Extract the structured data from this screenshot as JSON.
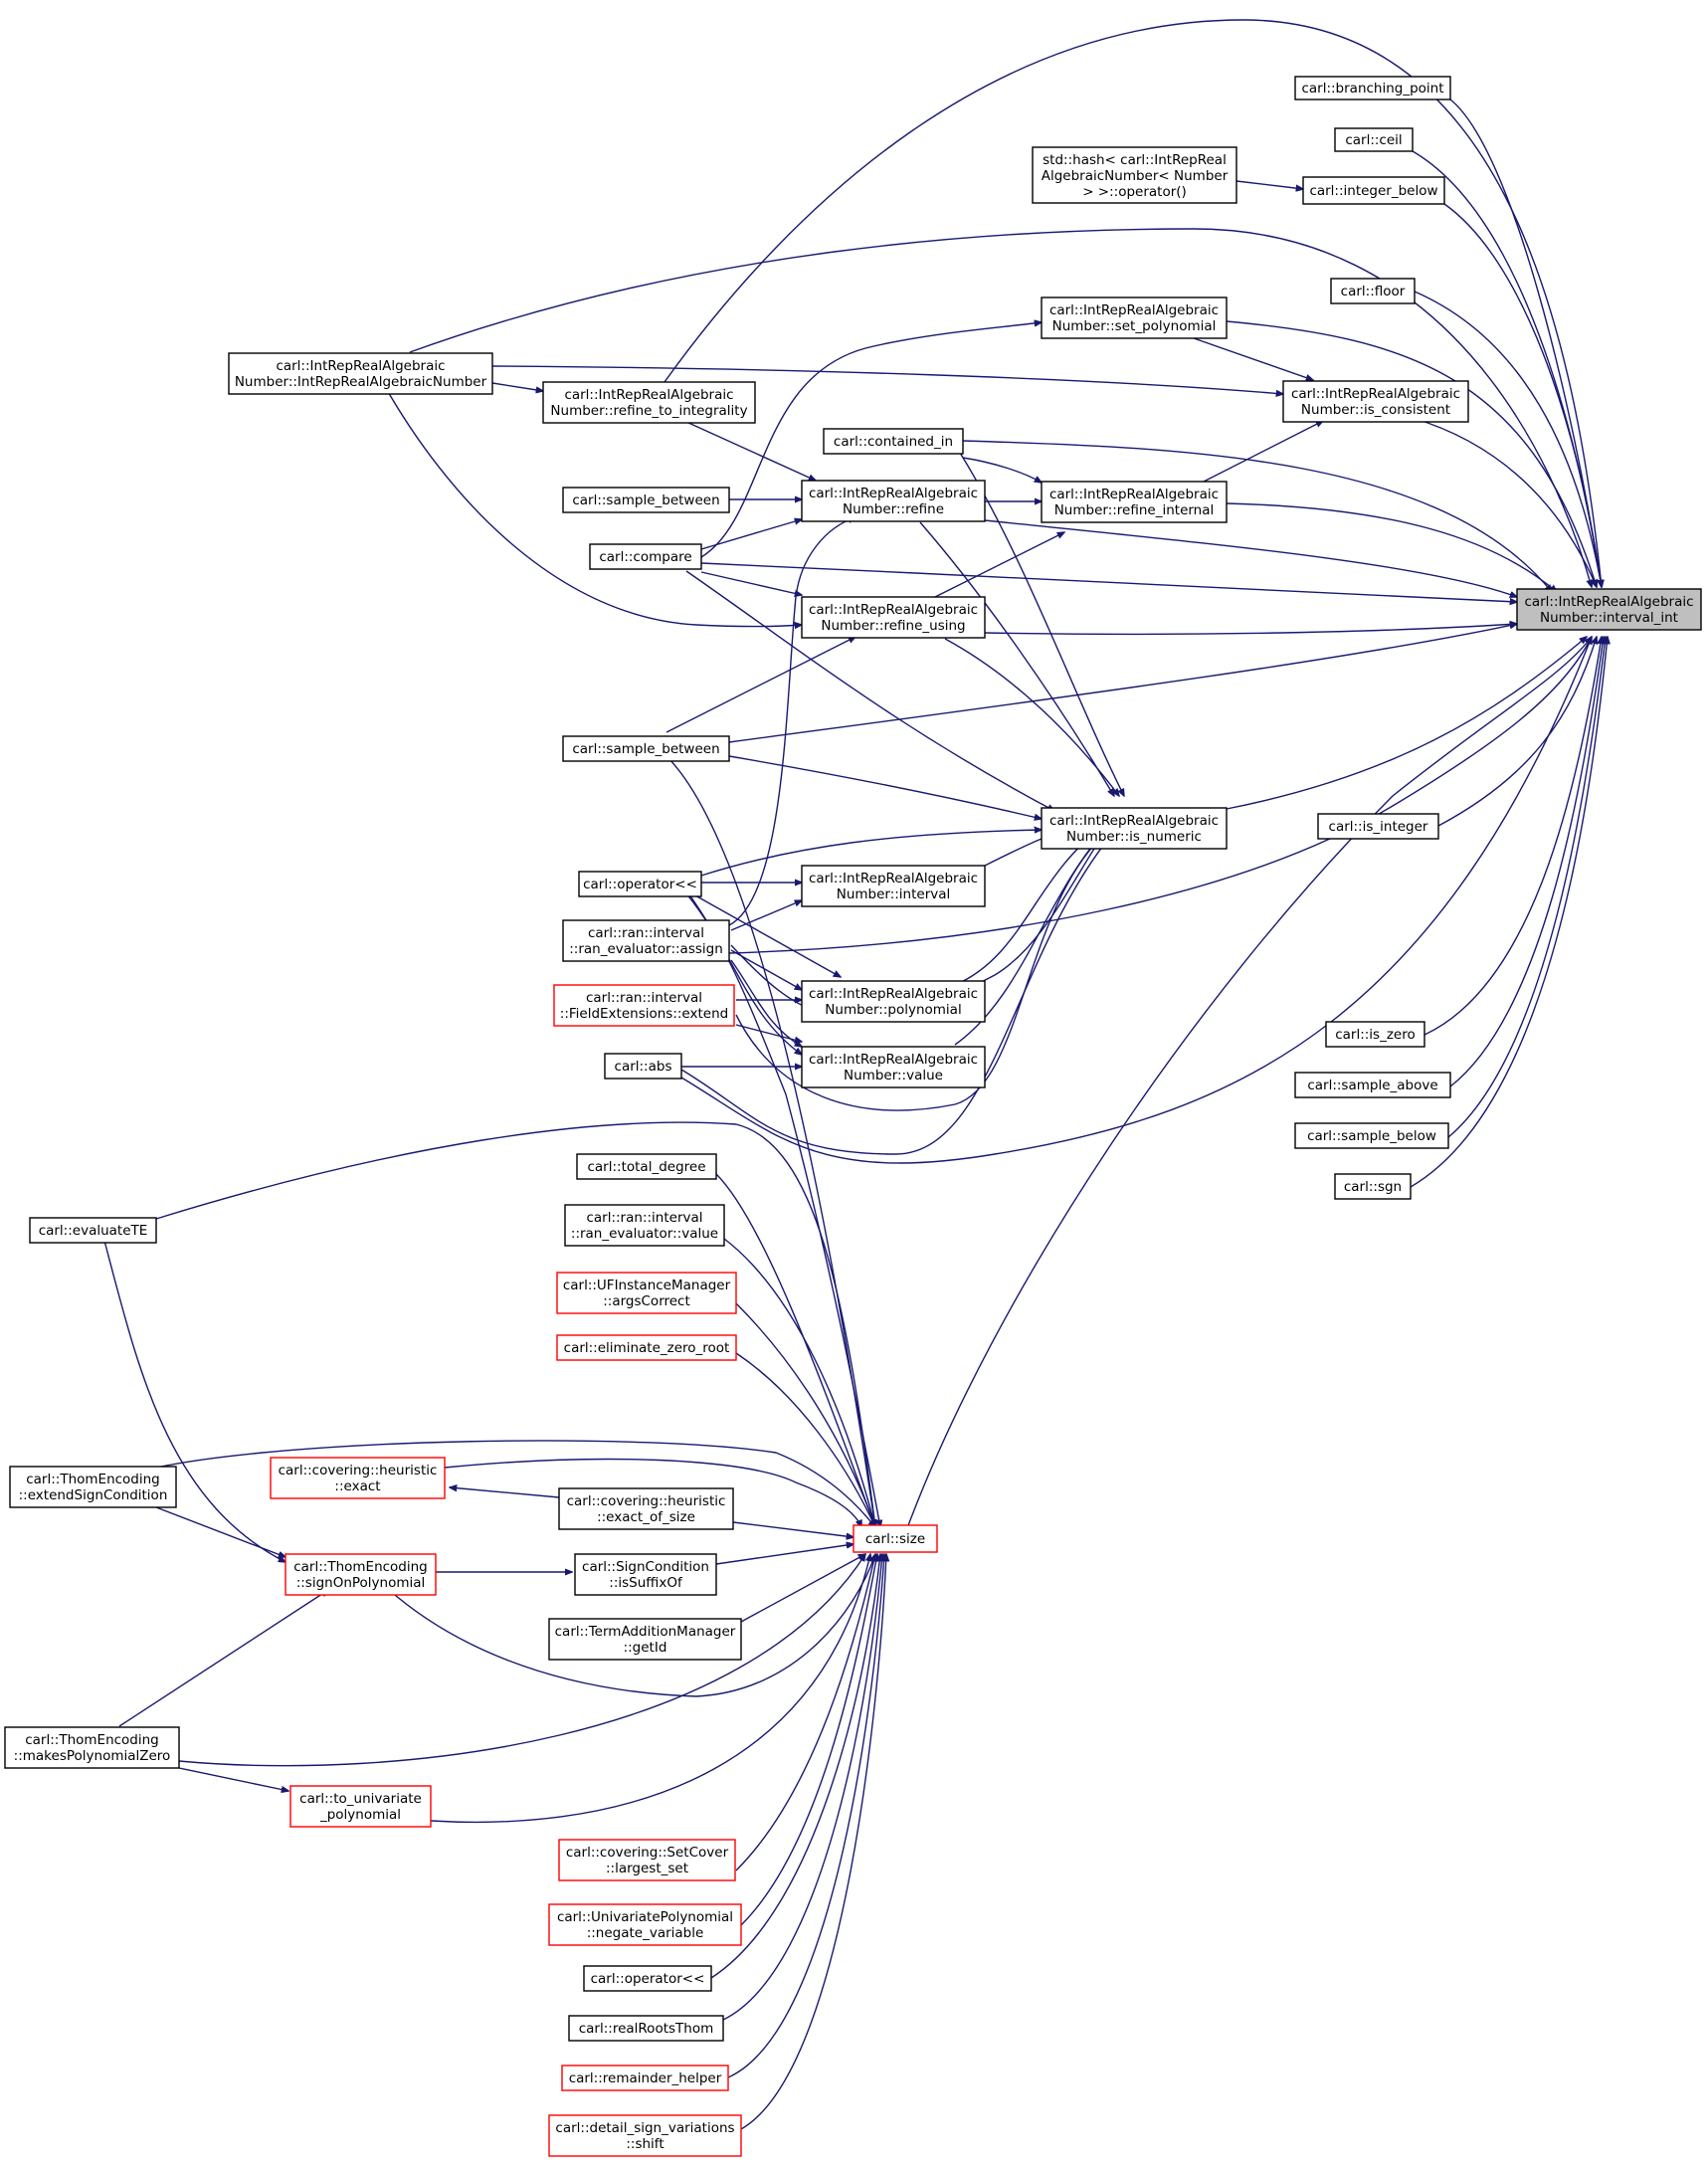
{
  "colors": {
    "edge": "#191970",
    "node_border": "#000000",
    "node_border_truncated": "#ff0000",
    "root_fill": "#bfbfbf"
  },
  "nodes": {
    "root": [
      "carl::IntRepRealAlgebraic",
      "Number::interval_int"
    ],
    "branching_point": [
      "carl::branching_point"
    ],
    "ceil": [
      "carl::ceil"
    ],
    "hash": [
      "std::hash< carl::IntRepReal",
      "AlgebraicNumber< Number",
      "> >::operator()"
    ],
    "integer_below": [
      "carl::integer_below"
    ],
    "floor": [
      "carl::floor"
    ],
    "set_polynomial": [
      "carl::IntRepRealAlgebraic",
      "Number::set_polynomial"
    ],
    "ctor": [
      "carl::IntRepRealAlgebraic",
      "Number::IntRepRealAlgebraicNumber"
    ],
    "refine_to_integrality": [
      "carl::IntRepRealAlgebraic",
      "Number::refine_to_integrality"
    ],
    "is_consistent": [
      "carl::IntRepRealAlgebraic",
      "Number::is_consistent"
    ],
    "contained_in": [
      "carl::contained_in"
    ],
    "sample_between_1": [
      "carl::sample_between"
    ],
    "refine": [
      "carl::IntRepRealAlgebraic",
      "Number::refine"
    ],
    "refine_internal": [
      "carl::IntRepRealAlgebraic",
      "Number::refine_internal"
    ],
    "compare": [
      "carl::compare"
    ],
    "refine_using": [
      "carl::IntRepRealAlgebraic",
      "Number::refine_using"
    ],
    "sample_between_2": [
      "carl::sample_between"
    ],
    "is_numeric": [
      "carl::IntRepRealAlgebraic",
      "Number::is_numeric"
    ],
    "is_integer": [
      "carl::is_integer"
    ],
    "operator_lshift_1": [
      "carl::operator<<"
    ],
    "interval": [
      "carl::IntRepRealAlgebraic",
      "Number::interval"
    ],
    "assign": [
      "carl::ran::interval",
      "::ran_evaluator::assign"
    ],
    "extend": [
      "carl::ran::interval",
      "::FieldExtensions::extend"
    ],
    "polynomial": [
      "carl::IntRepRealAlgebraic",
      "Number::polynomial"
    ],
    "is_zero": [
      "carl::is_zero"
    ],
    "value": [
      "carl::IntRepRealAlgebraic",
      "Number::value"
    ],
    "abs": [
      "carl::abs"
    ],
    "sample_above": [
      "carl::sample_above"
    ],
    "sample_below": [
      "carl::sample_below"
    ],
    "sgn": [
      "carl::sgn"
    ],
    "total_degree": [
      "carl::total_degree"
    ],
    "evaluateTE": [
      "carl::evaluateTE"
    ],
    "evaluator_value": [
      "carl::ran::interval",
      "::ran_evaluator::value"
    ],
    "argsCorrect": [
      "carl::UFInstanceManager",
      "::argsCorrect"
    ],
    "eliminate_zero_root": [
      "carl::eliminate_zero_root"
    ],
    "extendSignCondition": [
      "carl::ThomEncoding",
      "::extendSignCondition"
    ],
    "heuristic_exact": [
      "carl::covering::heuristic",
      "::exact"
    ],
    "exact_of_size": [
      "carl::covering::heuristic",
      "::exact_of_size"
    ],
    "size": [
      "carl::size"
    ],
    "signOnPolynomial": [
      "carl::ThomEncoding",
      "::signOnPolynomial"
    ],
    "isSuffixOf": [
      "carl::SignCondition",
      "::isSuffixOf"
    ],
    "getId": [
      "carl::TermAdditionManager",
      "::getId"
    ],
    "makesPolynomialZero": [
      "carl::ThomEncoding",
      "::makesPolynomialZero"
    ],
    "to_univariate": [
      "carl::to_univariate",
      "_polynomial"
    ],
    "largest_set": [
      "carl::covering::SetCover",
      "::largest_set"
    ],
    "negate_variable": [
      "carl::UnivariatePolynomial",
      "::negate_variable"
    ],
    "operator_lshift_2": [
      "carl::operator<<"
    ],
    "realRootsThom": [
      "carl::realRootsThom"
    ],
    "remainder_helper": [
      "carl::remainder_helper"
    ],
    "shift": [
      "carl::detail_sign_variations",
      "::shift"
    ]
  }
}
